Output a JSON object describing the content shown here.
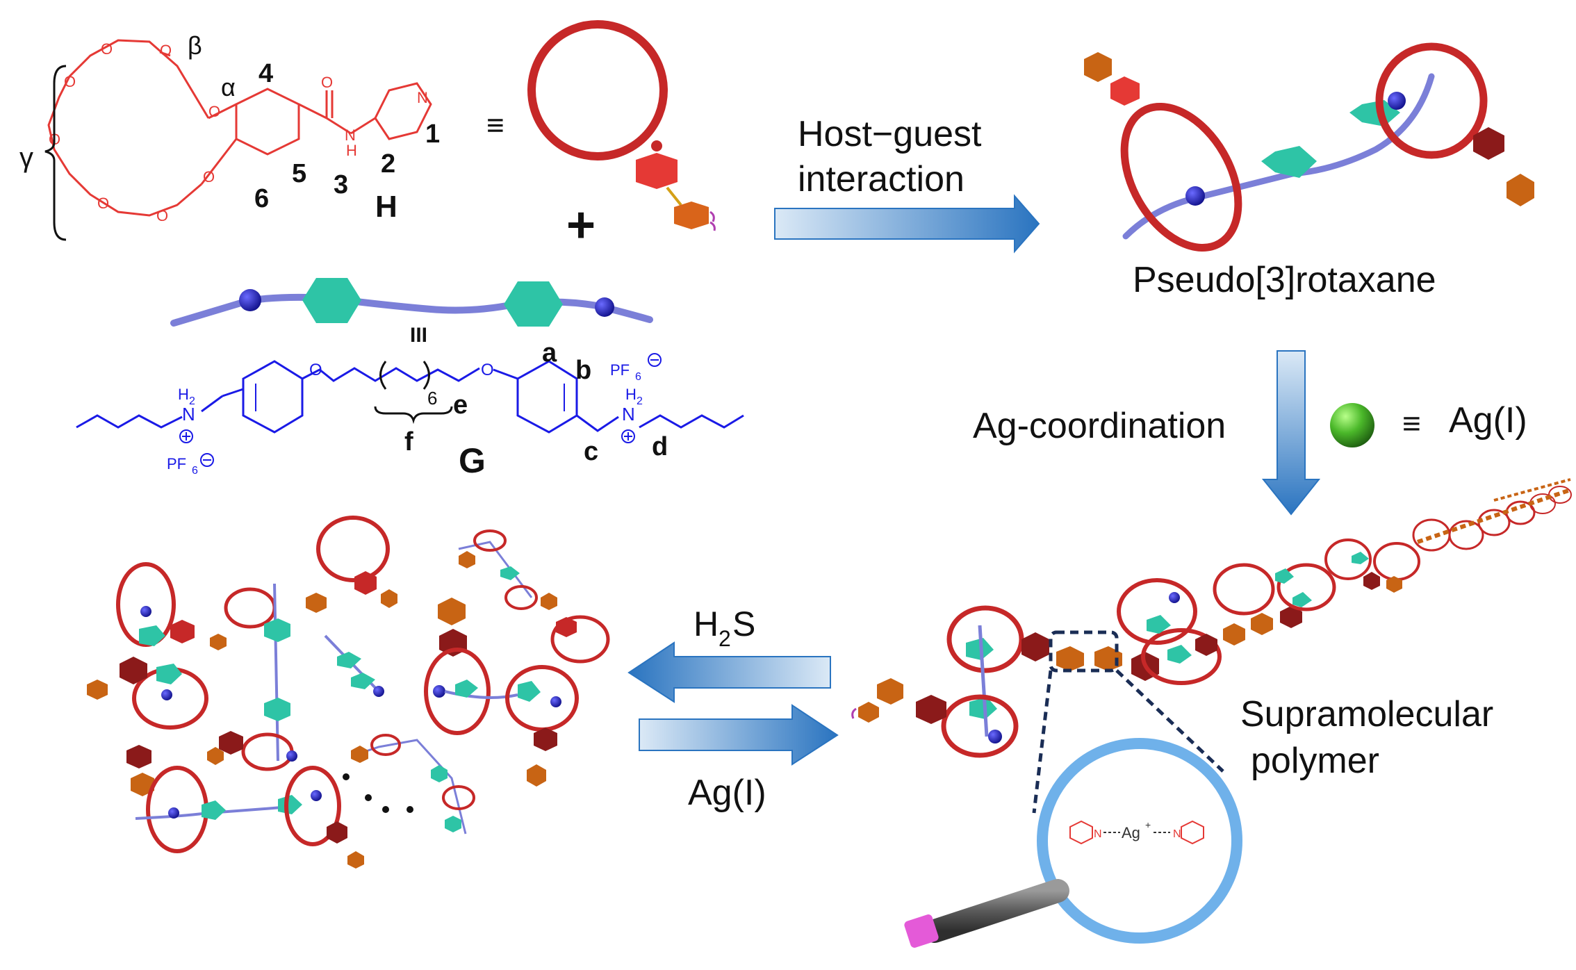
{
  "host": {
    "labels": {
      "beta": "β",
      "alpha": "α",
      "gamma": "γ",
      "n4": "4",
      "n5": "5",
      "n6": "6",
      "n1": "1",
      "n2": "2",
      "n3": "3",
      "name": "H",
      "O": "O",
      "N": "N",
      "NH": "H"
    },
    "equiv": "≡",
    "plus": "+"
  },
  "guest": {
    "labels": {
      "a": "a",
      "b": "b",
      "c": "c",
      "d": "d",
      "e": "e",
      "f": "f",
      "name": "G",
      "six": "6",
      "III": "III",
      "H2": "H",
      "sub2": "2",
      "N": "N",
      "PF": "PF",
      "sub6": "6",
      "O": "O"
    }
  },
  "arrows": {
    "host_guest_line1": "Host−guest",
    "host_guest_line2": "interaction",
    "ag_coordination": "Ag-coordination",
    "h2s_main": "H",
    "h2s_sub": "2",
    "h2s_end": "S",
    "ag_reverse": "Ag(I)"
  },
  "legend": {
    "equiv": "≡",
    "ag_label": "Ag(I)"
  },
  "products": {
    "pseudo": "Pseudo[3]rotaxane",
    "polymer_line1": "Supramolecular",
    "polymer_line2": "polymer"
  },
  "magnifier": {
    "ag": "Ag",
    "plus": "+",
    "N": "N"
  },
  "colors": {
    "host_red": "#e53935",
    "ring_red": "#c62828",
    "guest_blue": "#1a1ae6",
    "axle": "#7b7fd8",
    "teal": "#2ec4a6",
    "dark_red": "#8b1a1a",
    "orange": "#c86414",
    "silver": "#3ca02a",
    "arrow_blue": "#2a74c0",
    "lens": "#6fb1ea"
  }
}
